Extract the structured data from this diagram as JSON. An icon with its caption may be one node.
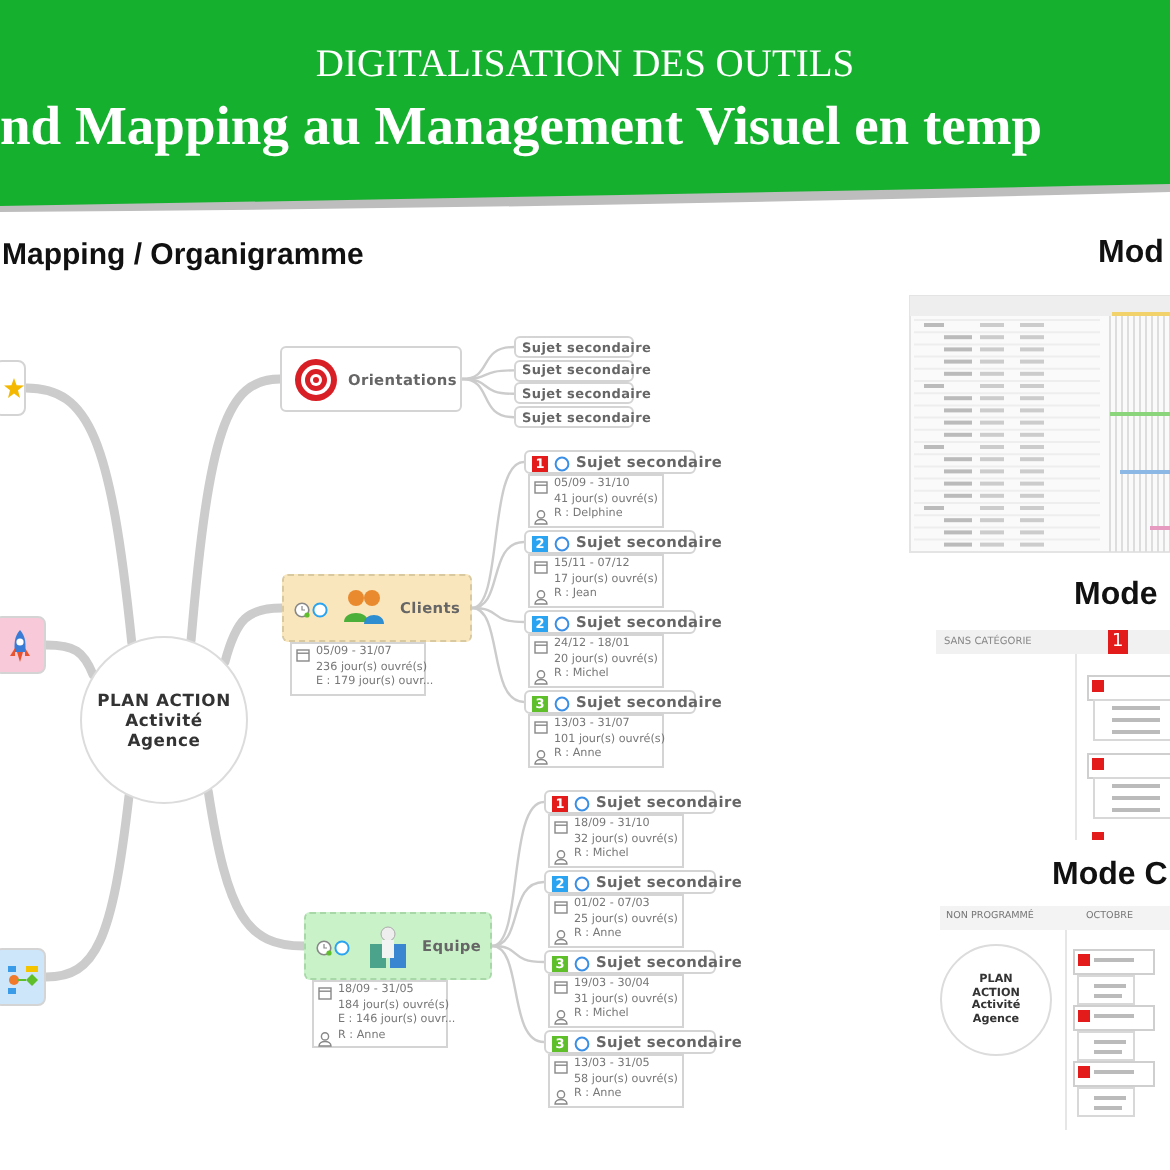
{
  "diagram": {
    "title": "DIGITALISATION DES OUTILS",
    "nodes": [
      {
        "text": [
          "PLAN ACTION Activité Agence"
        ]
      },
      {
        "text": [],
        "shape": "box"
      },
      {
        "text": [],
        "shape": "box"
      },
      {
        "text": [],
        "shape": "box"
      },
      {
        "text": [
          "Orientations"
        ]
      },
      {
        "text": [
          "Sujet secondaire"
        ]
      },
      {
        "text": [
          "Sujet secondaire"
        ]
      },
      {
        "text": [
          "Sujet secondaire"
        ]
      },
      {
        "text": [
          "Sujet secondaire"
        ]
      },
      {
        "text": [
          "Clients"
        ],
        "beside": [
          "05/09 - 31/07",
          "236 jour(s) ouvré(s)",
          "E : 179 jour(s) ouvr..."
        ]
      },
      {
        "text": [
          "Sujet secondaire"
        ],
        "beside": [
          "05/09 - 31/10",
          "41 jour(s) ouvré(s)",
          "R : Delphine"
        ]
      },
      {
        "text": [
          "1"
        ],
        "in": 10
      },
      {
        "text": [
          "Sujet secondaire"
        ],
        "beside": [
          "15/11 - 07/12",
          "17 jour(s) ouvré(s)",
          "R : Jean"
        ]
      },
      {
        "text": [
          "2"
        ],
        "in": 12
      },
      {
        "text": [
          "Sujet secondaire"
        ],
        "beside": [
          "24/12 - 18/01",
          "20 jour(s) ouvré(s)",
          "R : Michel"
        ]
      },
      {
        "text": [
          "2"
        ],
        "in": 14
      },
      {
        "text": [
          "Sujet secondaire"
        ],
        "beside": [
          "13/03 - 31/07",
          "101 jour(s) ouvré(s)",
          "R : Anne"
        ]
      },
      {
        "text": [
          "3"
        ],
        "in": 16
      },
      {
        "text": [
          "Equipe"
        ],
        "beside": [
          "18/09 - 31/05",
          "184 jour(s) ouvré(s)",
          "E : 146 jour(s) ouvr...",
          "R : Anne"
        ]
      },
      {
        "text": [
          "Sujet secondaire"
        ],
        "beside": [
          "18/09 - 31/10",
          "32 jour(s) ouvré(s)",
          "R : Michel"
        ]
      },
      {
        "text": [
          "1"
        ],
        "in": 19
      },
      {
        "text": [
          "Sujet secondaire"
        ],
        "beside": [
          "01/02 - 07/03",
          "25 jour(s) ouvré(s)",
          "R : Anne"
        ]
      },
      {
        "text": [
          "2"
        ],
        "in": 21
      },
      {
        "text": [
          "Sujet secondaire"
        ],
        "beside": [
          "19/03 - 30/04",
          "31 jour(s) ouvré(s)",
          "R : Michel"
        ]
      },
      {
        "text": [
          "3"
        ],
        "in": 23
      },
      {
        "text": [
          "Sujet secondaire"
        ],
        "beside": [
          "13/03 - 31/05",
          "58 jour(s) ouvré(s)",
          "R : Anne"
        ]
      },
      {
        "text": [
          "3"
        ],
        "in": 25
      },
      {
        "text": [
          "PLAN ACTION Activité Agence"
        ]
      }
    ],
    "edges": [
      {
        "from": 0,
        "to": 1,
        "arrow": "none",
        "style": "thick"
      },
      {
        "from": 0,
        "to": 2,
        "arrow": "none",
        "style": "thick"
      },
      {
        "from": 0,
        "to": 3,
        "arrow": "none",
        "style": "thick"
      },
      {
        "from": 0,
        "to": 4,
        "arrow": "none",
        "style": "thick"
      },
      {
        "from": 0,
        "to": 9,
        "arrow": "none",
        "style": "thick"
      },
      {
        "from": 0,
        "to": 18,
        "arrow": "none",
        "style": "thick"
      },
      {
        "from": 4,
        "to": 5,
        "arrow": "none"
      },
      {
        "from": 4,
        "to": 6,
        "arrow": "none"
      },
      {
        "from": 4,
        "to": 7,
        "arrow": "none"
      },
      {
        "from": 4,
        "to": 8,
        "arrow": "none"
      },
      {
        "from": 9,
        "to": 10,
        "arrow": "none"
      },
      {
        "from": 9,
        "to": 12,
        "arrow": "none"
      },
      {
        "from": 9,
        "to": 14,
        "arrow": "none"
      },
      {
        "from": 9,
        "to": 16,
        "arrow": "none"
      },
      {
        "from": 18,
        "to": 19,
        "arrow": "none"
      },
      {
        "from": 18,
        "to": 21,
        "arrow": "none"
      },
      {
        "from": 18,
        "to": 23,
        "arrow": "none"
      },
      {
        "from": 18,
        "to": 25,
        "arrow": "none"
      }
    ],
    "labels": [
      "nd Mapping au Management Visuel en temp",
      "Mapping / Organigramme",
      "Mod",
      "Mode",
      "SANS CATÉGORIE",
      "1",
      "Mode C",
      "NON PROGRAMMÉ",
      "OCTOBRE"
    ]
  }
}
